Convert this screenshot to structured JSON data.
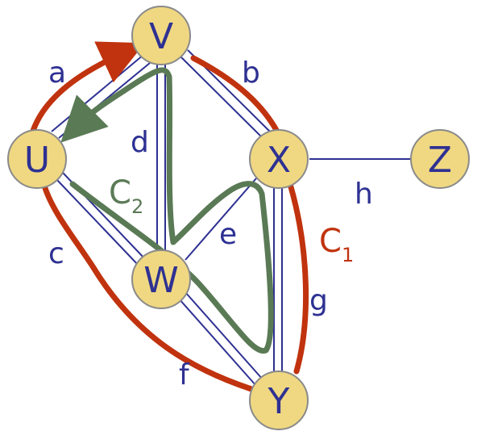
{
  "graph": {
    "nodes": [
      {
        "id": "V",
        "label": "V"
      },
      {
        "id": "U",
        "label": "U"
      },
      {
        "id": "X",
        "label": "X"
      },
      {
        "id": "Z",
        "label": "Z"
      },
      {
        "id": "W",
        "label": "W"
      },
      {
        "id": "Y",
        "label": "Y"
      }
    ],
    "edges": [
      {
        "id": "a",
        "label": "a",
        "from": "U",
        "to": "V"
      },
      {
        "id": "b",
        "label": "b",
        "from": "V",
        "to": "X"
      },
      {
        "id": "c",
        "label": "c",
        "from": "U",
        "to": "W"
      },
      {
        "id": "d",
        "label": "d",
        "from": "V",
        "to": "W"
      },
      {
        "id": "e",
        "label": "e",
        "from": "X",
        "to": "W"
      },
      {
        "id": "f",
        "label": "f",
        "from": "W",
        "to": "Y"
      },
      {
        "id": "g",
        "label": "g",
        "from": "X",
        "to": "Y"
      },
      {
        "id": "h",
        "label": "h",
        "from": "X",
        "to": "Z"
      }
    ],
    "cycles": [
      {
        "id": "C1",
        "label": "C",
        "subscript": "1",
        "color": "#c0330e"
      },
      {
        "id": "C2",
        "label": "C",
        "subscript": "2",
        "color": "#5a7a55"
      }
    ]
  },
  "colors": {
    "node_fill": "#f0d882",
    "node_stroke": "#8a8a8a",
    "edge": "#2e3192",
    "text": "#2e3192"
  }
}
